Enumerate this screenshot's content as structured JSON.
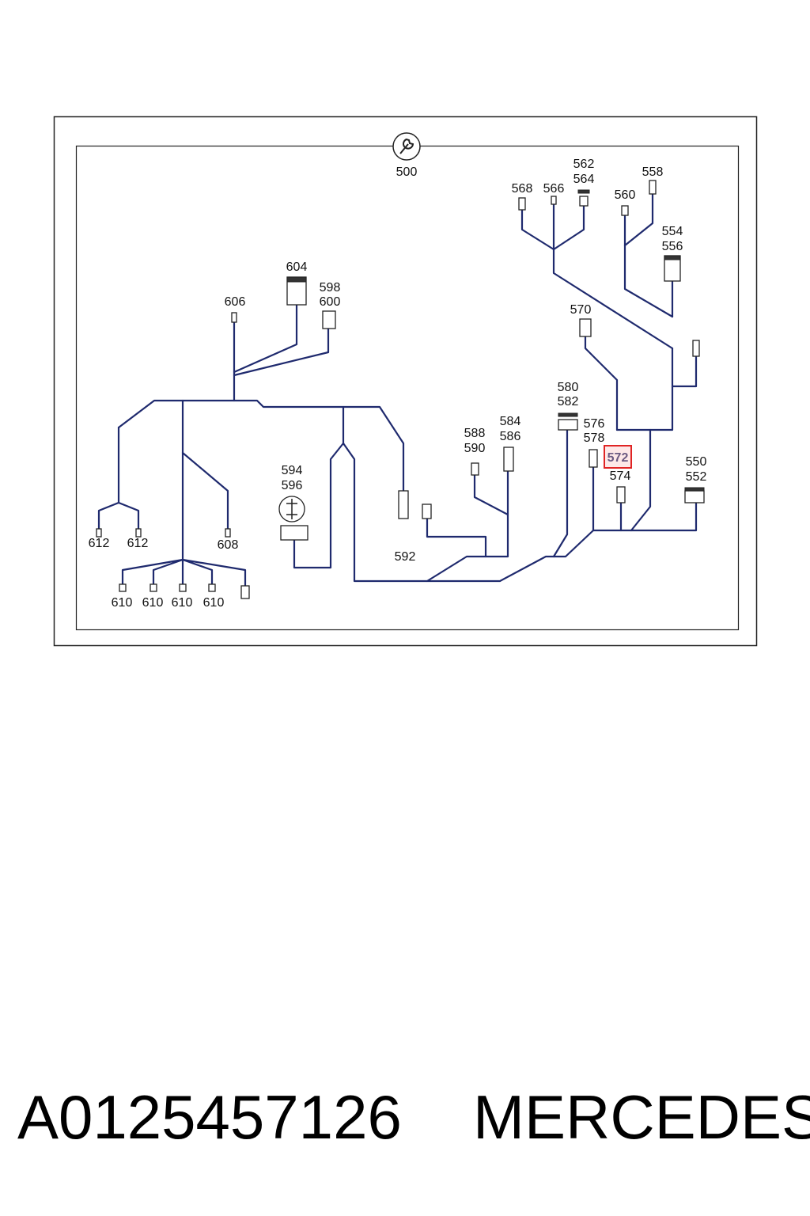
{
  "diagram": {
    "tool_label": "500",
    "highlight_color": "#e02424",
    "wire_color": "#1f2a6e",
    "callouts": {
      "c568": "568",
      "c566": "566",
      "c562_564": [
        "562",
        "564"
      ],
      "c558": "558",
      "c560": "560",
      "c554_556": [
        "554",
        "556"
      ],
      "c570": "570",
      "c604": "604",
      "c598_600": [
        "598",
        "600"
      ],
      "c606": "606",
      "c580_582": [
        "580",
        "582"
      ],
      "c576_578": [
        "576",
        "578"
      ],
      "c572": "572",
      "c574": "574",
      "c584_586": [
        "584",
        "586"
      ],
      "c588_590": [
        "588",
        "590"
      ],
      "c550_552": [
        "550",
        "552"
      ],
      "c594_596": [
        "594",
        "596"
      ],
      "c592": "592",
      "c612": [
        "612",
        "612"
      ],
      "c608": "608",
      "c610": [
        "610",
        "610",
        "610",
        "610"
      ]
    }
  },
  "caption": {
    "part_number": "A0125457126",
    "brand": "MERCEDES"
  }
}
